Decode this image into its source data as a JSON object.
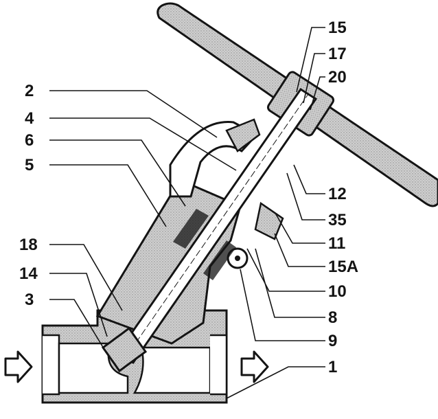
{
  "diagram": {
    "callouts_left": [
      "2",
      "4",
      "6",
      "5",
      "18",
      "14",
      "3"
    ],
    "callouts_right": [
      "15",
      "17",
      "20",
      "12",
      "35",
      "11",
      "15A",
      "10",
      "8",
      "9",
      "1"
    ],
    "flow_arrows": [
      "inlet-arrow",
      "outlet-arrow"
    ]
  },
  "colors": {
    "ink": "#141414",
    "cast_fill": "#c9c9c9",
    "cast_dark": "#a8a8a8",
    "paper": "#ffffff"
  }
}
